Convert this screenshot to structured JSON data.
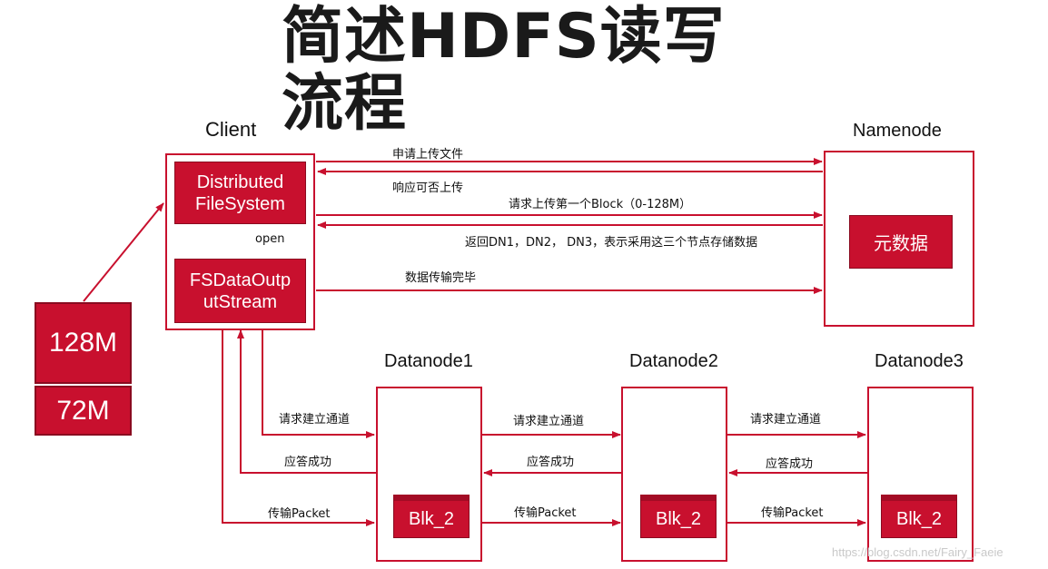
{
  "title_line1": "简述HDFS读写",
  "title_line2": "流程",
  "client": {
    "label": "Client",
    "distributed_fs": "Distributed FileSystem",
    "open_label": "open",
    "fsdata_output": "FSDataOutp utStream"
  },
  "file_blocks": [
    "128M",
    "72M"
  ],
  "namenode": {
    "label": "Namenode",
    "metadata": "元数据"
  },
  "nn_messages": {
    "m1": "申请上传文件",
    "m2": "响应可否上传",
    "m3": "请求上传第一个Block（0-128M）",
    "m4": "返回DN1，DN2， DN3，表示采用这三个节点存储数据",
    "m5": "数据传输完毕"
  },
  "datanodes": [
    {
      "label": "Datanode1",
      "block": "Blk_2"
    },
    {
      "label": "Datanode2",
      "block": "Blk_2"
    },
    {
      "label": "Datanode3",
      "block": "Blk_2"
    }
  ],
  "pipeline_messages": {
    "request": "请求建立通道",
    "ack": "应答成功",
    "transfer": "传输Packet"
  },
  "watermark": "https://blog.csdn.net/Fairy_Faeie",
  "colors": {
    "accent": "#c8102e"
  }
}
